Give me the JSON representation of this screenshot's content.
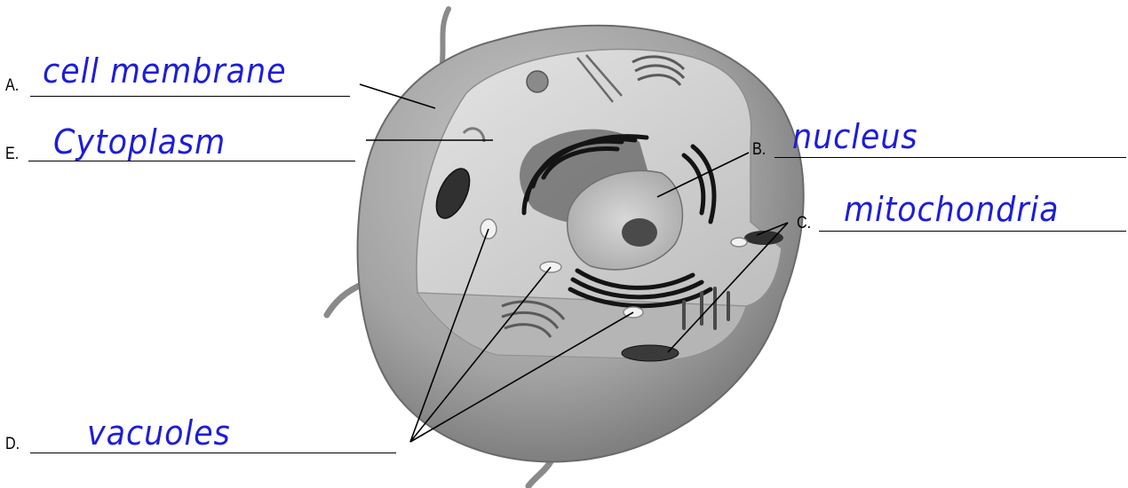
{
  "labels": [
    {
      "id": "A",
      "letter": "A.",
      "answer": "cell membrane"
    },
    {
      "id": "E",
      "letter": "E.",
      "answer": "Cytoplasm"
    },
    {
      "id": "B",
      "letter": "B.",
      "answer": "nucleus"
    },
    {
      "id": "C",
      "letter": "C.",
      "answer": "mitochondria"
    },
    {
      "id": "D",
      "letter": "D.",
      "answer": "vacuoles"
    }
  ],
  "colors": {
    "answer_ink": "#1d1dd8",
    "line": "#000000",
    "cell_body": "#a9a9a9",
    "cell_shadow": "#6f6f6f",
    "cut_surface": "#d6d6d6",
    "organelle_dark": "#1a1a1a"
  }
}
